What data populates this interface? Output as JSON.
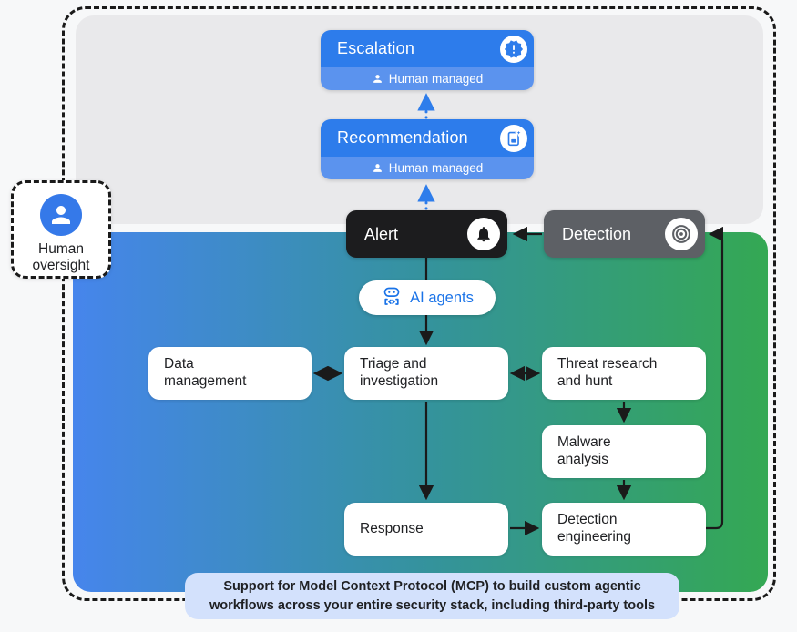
{
  "colors": {
    "accent_blue": "#2d7ceb",
    "footer_blue": "#5b93ee",
    "alert_black": "#1c1c1e",
    "detection_gray": "#5d6065",
    "gradient_start": "#4685ec",
    "gradient_mid": "#34939b",
    "gradient_end": "#34a853",
    "panel_gray": "#e9e9eb",
    "note_bg": "#d3e1fc",
    "link_blue": "#1a73e8"
  },
  "icons": {
    "human_oversight": "person-icon",
    "human_managed": "person-icon",
    "escalation": "new-releases-icon",
    "recommendation": "smart-doc-icon",
    "alert": "bell-icon",
    "detection": "target-icon",
    "ai_agents": "robot-icon"
  },
  "oversight": {
    "label": "Human\noversight"
  },
  "escalation": {
    "label": "Escalation",
    "managed_label": "Human managed"
  },
  "recommendation": {
    "label": "Recommendation",
    "managed_label": "Human managed"
  },
  "alert": {
    "label": "Alert"
  },
  "detection": {
    "label": "Detection"
  },
  "ai_agents": {
    "label": "AI agents"
  },
  "nodes": {
    "data_management": "Data\nmanagement",
    "triage": "Triage and\ninvestigation",
    "threat_research": "Threat research\nand hunt",
    "malware_analysis": "Malware\nanalysis",
    "response": "Response",
    "detection_engineering": "Detection\nengineering"
  },
  "footer_note": "Support for Model Context Protocol (MCP) to build custom agentic\nworkflows across your entire security stack, including third-party tools"
}
